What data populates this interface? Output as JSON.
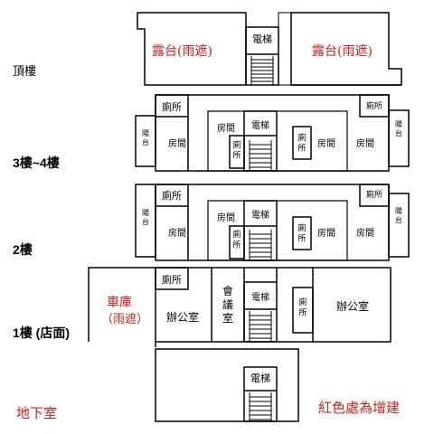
{
  "floors": {
    "roof": "頂樓",
    "f3_4": "3樓~4樓",
    "f2": "2樓",
    "f1": "1樓 (店面)",
    "basement": "地下室"
  },
  "rooms": {
    "terrace": "露台(雨遮)",
    "elevator": "電梯",
    "toilet": "廁所",
    "toilet_v": "廁\n所",
    "bedroom": "房間",
    "balcony": "陽\n台",
    "office": "辦公室",
    "meeting": "會\n議\n室",
    "garage": "車庫",
    "rain_shelter": "（雨遮）"
  },
  "legend": "紅色處為增建",
  "colors": {
    "line": "#000000",
    "red_text": "#c8201e",
    "background": "#ffffff"
  }
}
